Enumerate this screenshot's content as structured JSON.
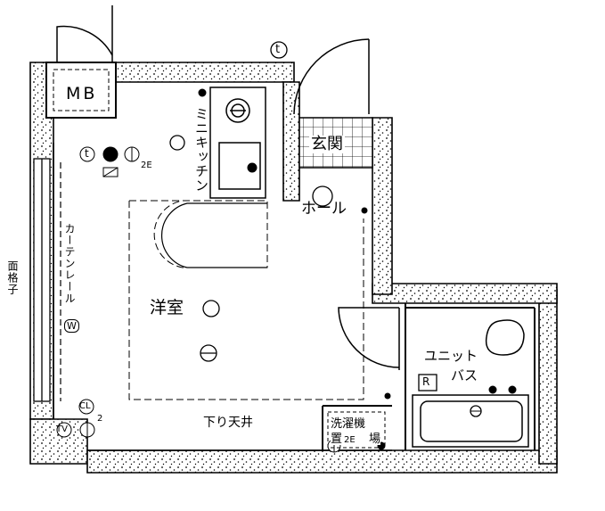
{
  "labels": {
    "mb": "MB",
    "kitchen": "ミニキッチン",
    "entrance": "玄関",
    "hall": "ホール",
    "western_room": "洋室",
    "curtain_rail": "カーテンレール",
    "curtain_rail_mark": "W",
    "lattice": "面格子",
    "lowered_ceiling": "下り天井",
    "unit_bath_line1": "ユニット",
    "unit_bath_line2": "バス",
    "laundry_line1": "洗濯機",
    "laundry_line2": "置",
    "laundry_line3": "場",
    "refrigerator_mark": "R",
    "closet_mark": "CL",
    "tv_mark": "TV",
    "phone_mark": "t",
    "outlet_2e": "2E",
    "outlet_2": "2"
  },
  "colors": {
    "line": "#000000",
    "wall_fill": "#ffffff"
  }
}
